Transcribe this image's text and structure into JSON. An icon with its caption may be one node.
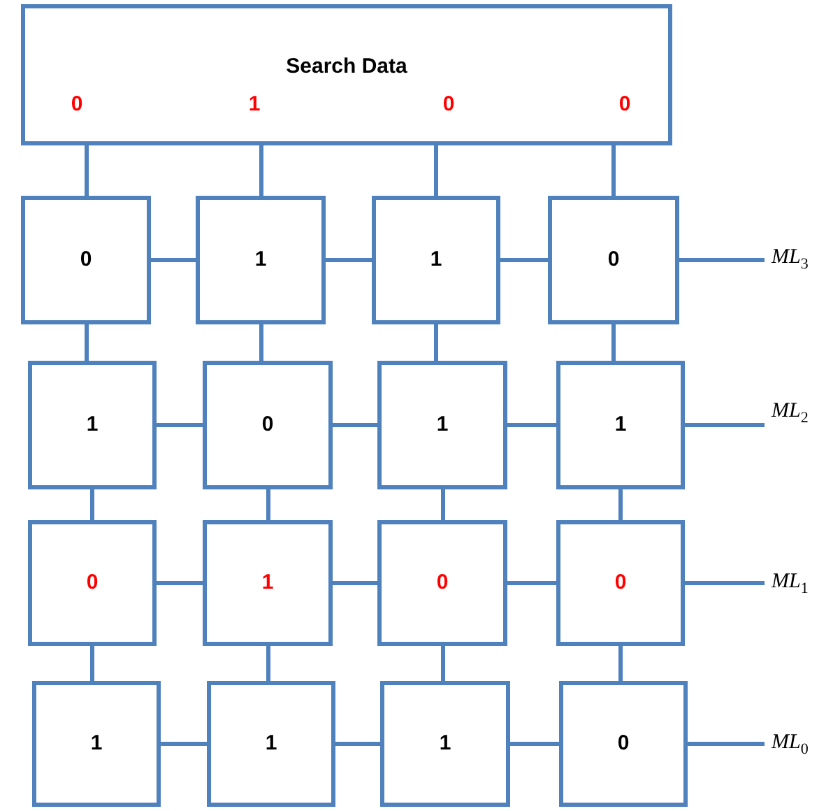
{
  "diagram": {
    "nodes": [
      {
        "text": [
          "Search Data",
          "0",
          "1",
          "0",
          "0"
        ]
      },
      {
        "text": [
          "0"
        ]
      },
      {
        "text": [
          "1"
        ]
      },
      {
        "text": [
          "1"
        ]
      },
      {
        "text": [
          "0"
        ]
      },
      {
        "text": [
          "1"
        ]
      },
      {
        "text": [
          "0"
        ]
      },
      {
        "text": [
          "1"
        ]
      },
      {
        "text": [
          "1"
        ]
      },
      {
        "text": [
          "0"
        ]
      },
      {
        "text": [
          "1"
        ]
      },
      {
        "text": [
          "0"
        ]
      },
      {
        "text": [
          "0"
        ]
      },
      {
        "text": [
          "1"
        ]
      },
      {
        "text": [
          "1"
        ]
      },
      {
        "text": [
          "1"
        ]
      },
      {
        "text": [
          "0"
        ]
      },
      {
        "text": [
          "ML$_{3}$"
        ]
      },
      {
        "text": [
          "ML$_{2}$"
        ]
      },
      {
        "text": [
          "ML$_{1}$"
        ]
      },
      {
        "text": [
          "ML$_{0}$"
        ]
      }
    ],
    "edges": [
      {
        "from": 0,
        "to": 1,
        "arrow": "none"
      },
      {
        "from": 0,
        "to": 2,
        "arrow": "none"
      },
      {
        "from": 0,
        "to": 3,
        "arrow": "none"
      },
      {
        "from": 0,
        "to": 4,
        "arrow": "none"
      },
      {
        "from": 1,
        "to": 2,
        "arrow": "none"
      },
      {
        "from": 2,
        "to": 3,
        "arrow": "none"
      },
      {
        "from": 3,
        "to": 4,
        "arrow": "none"
      },
      {
        "from": 4,
        "to": 17,
        "arrow": "none"
      },
      {
        "from": 1,
        "to": 5,
        "arrow": "none"
      },
      {
        "from": 2,
        "to": 6,
        "arrow": "none"
      },
      {
        "from": 3,
        "to": 7,
        "arrow": "none"
      },
      {
        "from": 4,
        "to": 8,
        "arrow": "none"
      },
      {
        "from": 5,
        "to": 6,
        "arrow": "none"
      },
      {
        "from": 6,
        "to": 7,
        "arrow": "none"
      },
      {
        "from": 7,
        "to": 8,
        "arrow": "none"
      },
      {
        "from": 8,
        "to": 18,
        "arrow": "none"
      },
      {
        "from": 5,
        "to": 9,
        "arrow": "none"
      },
      {
        "from": 6,
        "to": 10,
        "arrow": "none"
      },
      {
        "from": 7,
        "to": 11,
        "arrow": "none"
      },
      {
        "from": 8,
        "to": 12,
        "arrow": "none"
      },
      {
        "from": 9,
        "to": 10,
        "arrow": "none"
      },
      {
        "from": 10,
        "to": 11,
        "arrow": "none"
      },
      {
        "from": 11,
        "to": 12,
        "arrow": "none"
      },
      {
        "from": 12,
        "to": 19,
        "arrow": "none"
      },
      {
        "from": 9,
        "to": 13,
        "arrow": "none"
      },
      {
        "from": 10,
        "to": 14,
        "arrow": "none"
      },
      {
        "from": 11,
        "to": 15,
        "arrow": "none"
      },
      {
        "from": 12,
        "to": 16,
        "arrow": "none"
      },
      {
        "from": 13,
        "to": 14,
        "arrow": "none"
      },
      {
        "from": 14,
        "to": 15,
        "arrow": "none"
      },
      {
        "from": 15,
        "to": 16,
        "arrow": "none"
      },
      {
        "from": 16,
        "to": 20,
        "arrow": "none"
      }
    ]
  }
}
